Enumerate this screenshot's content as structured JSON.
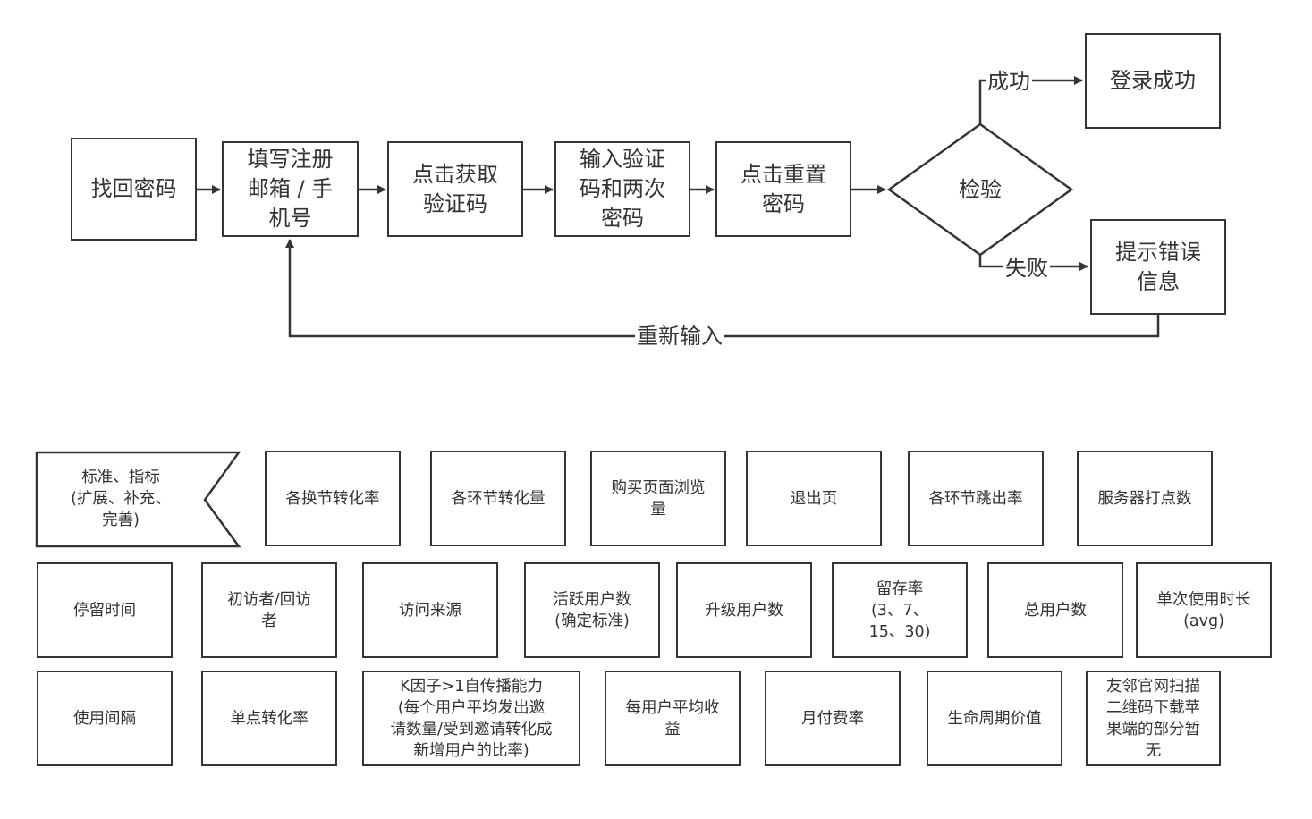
{
  "flowchart": {
    "steps": [
      {
        "id": "retrieve",
        "label": "找回密码"
      },
      {
        "id": "fill",
        "label": "填写注册\n邮箱 / 手\n机号"
      },
      {
        "id": "get-code",
        "label": "点击获取\n验证码"
      },
      {
        "id": "enter-code",
        "label": "输入验证\n码和两次\n密码"
      },
      {
        "id": "reset",
        "label": "点击重置\n密码"
      }
    ],
    "decision": {
      "label": "检验"
    },
    "success_box": {
      "label": "登录成功"
    },
    "error_box": {
      "label": "提示错误\n信息"
    },
    "edge_labels": {
      "success": "成功",
      "failure": "失败",
      "retry": "重新输入"
    }
  },
  "metrics": {
    "header": "标准、指标\n(扩展、补充、\n完善)",
    "row1": [
      "各换节转化率",
      "各环节转化量",
      "购买页面浏览\n量",
      "退出页",
      "各环节跳出率",
      "服务器打点数"
    ],
    "row2": [
      "停留时间",
      "初访者/回访\n者",
      "访问来源",
      "活跃用户数\n(确定标准)",
      "升级用户数",
      "留存率\n(3、7、\n15、30)",
      "总用户数",
      "单次使用时长\n(avg)"
    ],
    "row3": [
      "使用间隔",
      "单点转化率",
      "K因子>1自传播能力\n(每个用户平均发出邀\n请数量/受到邀请转化成\n新增用户的比率)",
      "每用户平均收\n益",
      "月付费率",
      "生命周期价值",
      "友邻官网扫描\n二维码下载苹\n果端的部分暂\n无"
    ]
  },
  "colors": {
    "stroke": "#323639",
    "text": "#333333",
    "background": "#ffffff"
  }
}
